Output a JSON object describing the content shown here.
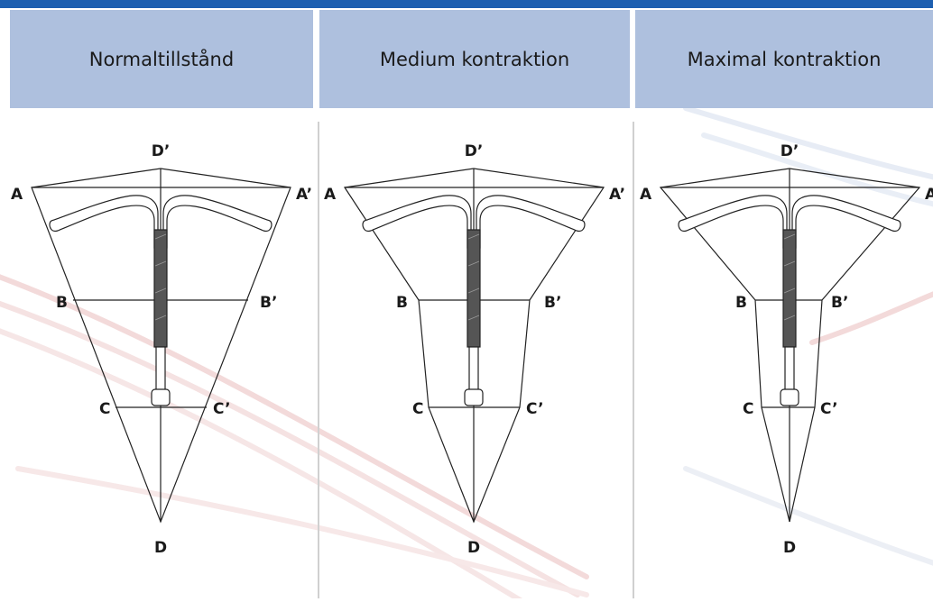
{
  "headers": [
    "Normaltillstånd",
    "Medium kontraktion",
    "Maximal kontraktion"
  ],
  "labels": {
    "d_top": "D’",
    "a": "A",
    "a_prime": "A’",
    "b": "B",
    "b_prime": "B’",
    "c": "C",
    "c_prime": "C’",
    "d": "D"
  },
  "colors": {
    "top_bar": "#1d5fb0",
    "header_bg": "#aec0de",
    "line": "#222222"
  }
}
